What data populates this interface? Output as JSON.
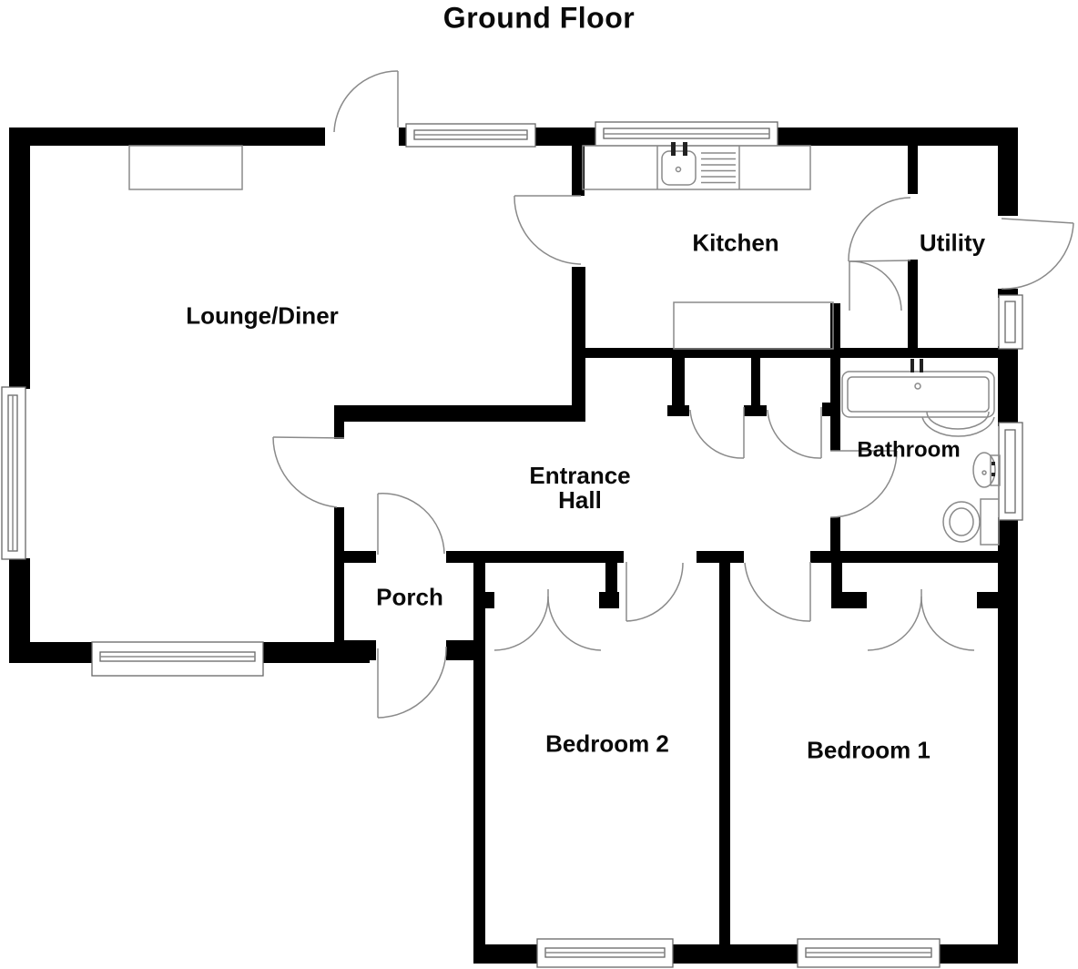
{
  "title": "Ground Floor",
  "rooms": {
    "lounge": {
      "label": "Lounge/Diner"
    },
    "kitchen": {
      "label": "Kitchen"
    },
    "utility": {
      "label": "Utility"
    },
    "hall": {
      "label": "Entrance\nHall"
    },
    "bathroom": {
      "label": "Bathroom"
    },
    "porch": {
      "label": "Porch"
    },
    "bedroom2": {
      "label": "Bedroom 2"
    },
    "bedroom1": {
      "label": "Bedroom 1"
    }
  },
  "fixtures": {
    "icons": [
      "bath-icon",
      "wash-basin-icon",
      "toilet-icon",
      "kitchen-sink-icon",
      "drainer-icon",
      "kitchen-counter-icon",
      "fireplace-icon",
      "door-arc-icon",
      "window-icon",
      "wardrobe-doors-icon"
    ]
  },
  "colors": {
    "wall": "#000000",
    "line": "#8a8a8a",
    "window_frame": "#666666",
    "text": "#0a0a0a",
    "background": "#ffffff"
  }
}
